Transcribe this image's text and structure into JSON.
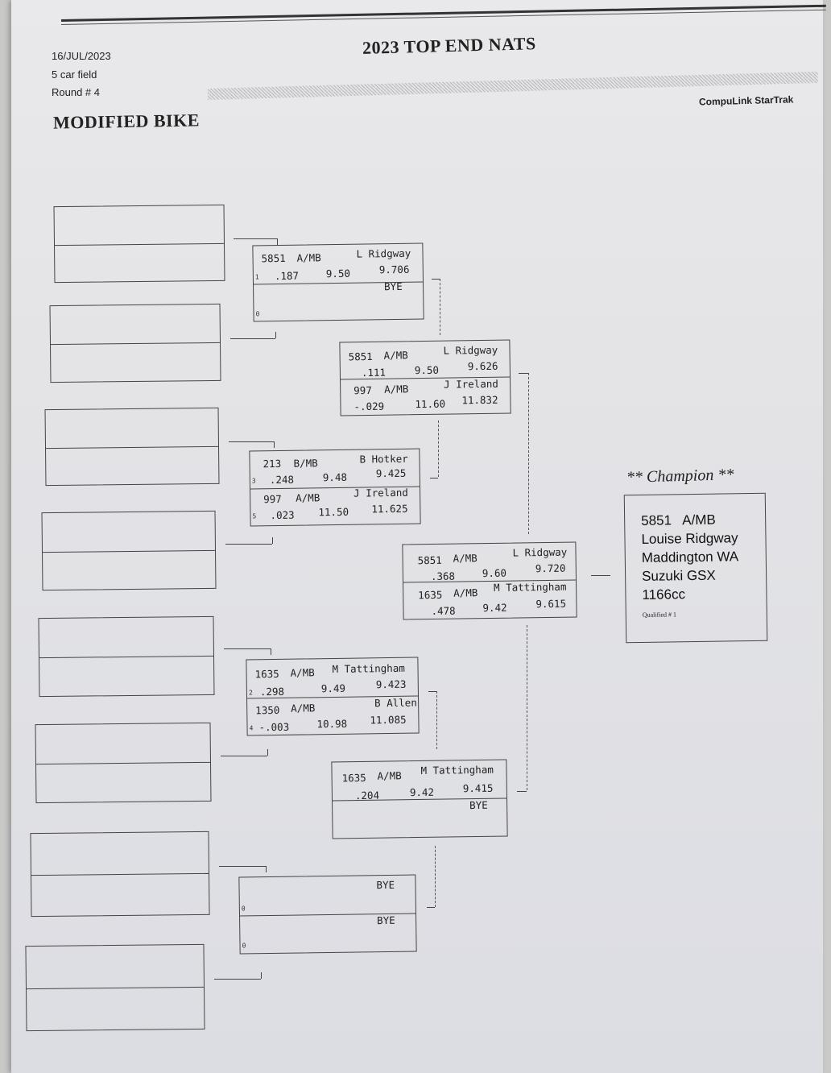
{
  "header": {
    "date": "16/JUL/2023",
    "field": "5 car field",
    "round": "Round # 4",
    "event": "2023 TOP END NATS",
    "class_name": "MODIFIED BIKE",
    "software": "CompuLink StarTrak"
  },
  "round1": [
    {
      "top": {
        "car": "5851",
        "cls": "A/MB",
        "name": "L Ridgway",
        "rt": ".187",
        "dial": "9.50",
        "et": "9.706",
        "seed": "1"
      },
      "bottom": {
        "text": "BYE",
        "seed": "0"
      }
    },
    {
      "top": {
        "car": "213",
        "cls": "B/MB",
        "name": "B Hotker",
        "rt": ".248",
        "dial": "9.48",
        "et": "9.425",
        "seed": "3"
      },
      "bottom": {
        "car": "997",
        "cls": "A/MB",
        "name": "J Ireland",
        "rt": ".023",
        "dial": "11.50",
        "et": "11.625",
        "seed": "5"
      }
    },
    {
      "top": {
        "car": "1635",
        "cls": "A/MB",
        "name": "M Tattingham",
        "rt": ".298",
        "dial": "9.49",
        "et": "9.423",
        "seed": "2"
      },
      "bottom": {
        "car": "1350",
        "cls": "A/MB",
        "name": "B Allen",
        "rt": "-.003",
        "dial": "10.98",
        "et": "11.085",
        "seed": "4"
      }
    },
    {
      "top": {
        "text": "BYE",
        "seed": "0"
      },
      "bottom": {
        "text": "BYE",
        "seed": "0"
      }
    }
  ],
  "round2": [
    {
      "top": {
        "car": "5851",
        "cls": "A/MB",
        "name": "L Ridgway",
        "rt": ".111",
        "dial": "9.50",
        "et": "9.626"
      },
      "bottom": {
        "car": "997",
        "cls": "A/MB",
        "name": "J Ireland",
        "rt": "-.029",
        "dial": "11.60",
        "et": "11.832"
      }
    },
    {
      "top": {
        "car": "1635",
        "cls": "A/MB",
        "name": "M Tattingham",
        "rt": ".204",
        "dial": "9.42",
        "et": "9.415"
      },
      "bottom": {
        "text": "BYE"
      }
    }
  ],
  "final": {
    "top": {
      "car": "5851",
      "cls": "A/MB",
      "name": "L Ridgway",
      "rt": ".368",
      "dial": "9.60",
      "et": "9.720"
    },
    "bottom": {
      "car": "1635",
      "cls": "A/MB",
      "name": "M Tattingham",
      "rt": ".478",
      "dial": "9.42",
      "et": "9.615"
    }
  },
  "champion": {
    "heading": "** Champion **",
    "car_class": "5851   A/MB",
    "name": "Louise Ridgway",
    "location": "Maddington WA",
    "bike": "Suzuki GSX",
    "engine": "1166cc",
    "qualified": "Qualified # 1"
  }
}
